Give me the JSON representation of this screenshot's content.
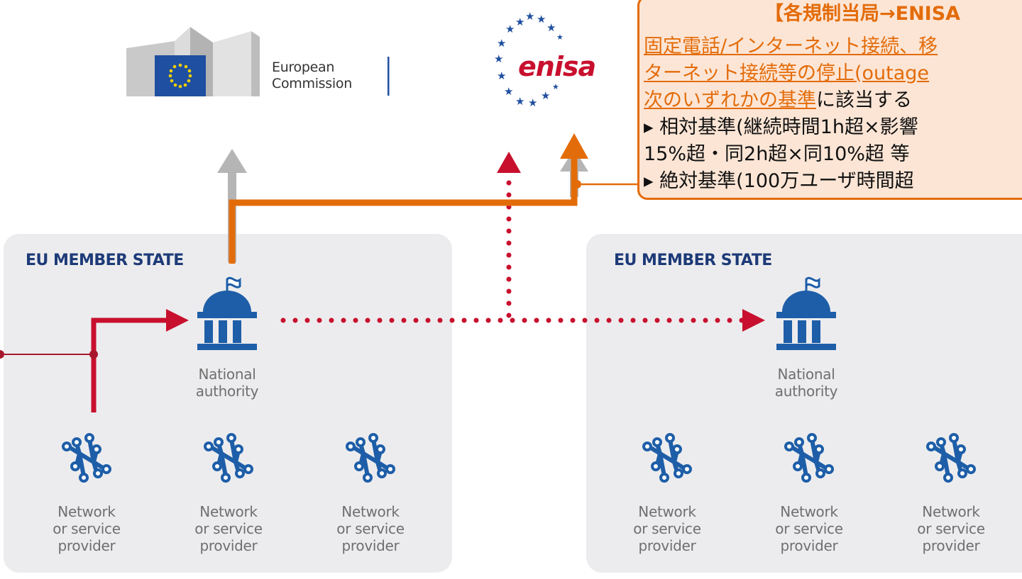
{
  "colors": {
    "panel_bg": "#ececee",
    "navy": "#1d3a78",
    "blue": "#1e5ea8",
    "crimson": "#c8102e",
    "orange": "#e36c0a",
    "callout_bg": "#fce5d5",
    "gray_arrow": "#b5b5b5",
    "label_gray": "#6f6f6f"
  },
  "european_commission": {
    "line1": "European",
    "line2": "Commission",
    "icon": "european-commission-logo-icon"
  },
  "enisa": {
    "name": "enisa",
    "icon": "enisa-stars-logo-icon"
  },
  "panels": [
    {
      "title": "EU MEMBER STATE",
      "authority": {
        "line1": "National",
        "line2": "authority"
      },
      "providers": [
        {
          "line1": "Network",
          "line2": "or service",
          "line3": "provider"
        },
        {
          "line1": "Network",
          "line2": "or service",
          "line3": "provider"
        },
        {
          "line1": "Network",
          "line2": "or service",
          "line3": "provider"
        }
      ]
    },
    {
      "title": "EU MEMBER STATE",
      "authority": {
        "line1": "National",
        "line2": "authority"
      },
      "providers": [
        {
          "line1": "Network",
          "line2": "or service",
          "line3": "provider"
        },
        {
          "line1": "Network",
          "line2": "or service",
          "line3": "provider"
        },
        {
          "line1": "Network",
          "line2": "or service",
          "line3": "provider"
        }
      ]
    }
  ],
  "callout": {
    "title": "【各規制当局→ENISA",
    "line1": "固定電話/インターネット接続、移",
    "line2": "ターネット接続等の停止(outage",
    "line3_underlined": "次のいずれかの基準",
    "line3_rest": "に該当する",
    "line4": "▸ 相対基準(継続時間1h超×影響",
    "line5": " 15%超・同2h超×同10%超 等",
    "line6": "▸ 絶対基準(100万ユーザ時間超"
  }
}
